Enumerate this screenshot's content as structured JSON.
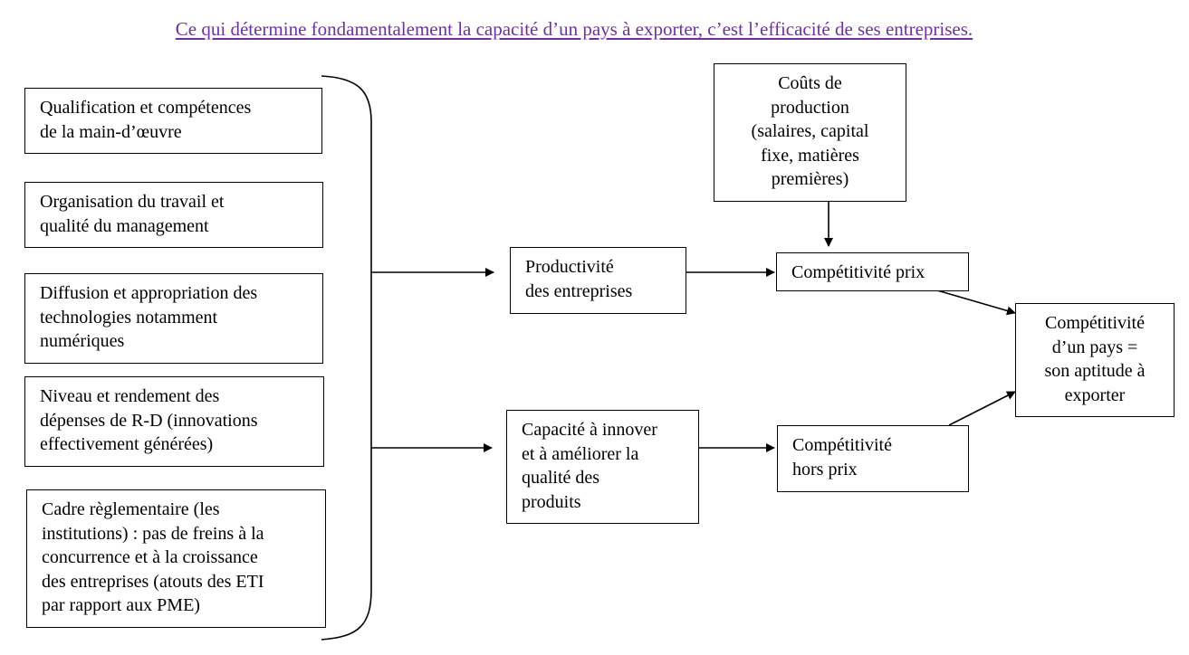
{
  "title": "Ce qui détermine fondamentalement la capacité d’un pays à exporter, c’est l’efficacité de ses entreprises.",
  "factors": [
    {
      "id": "qualification",
      "lines": [
        "Qualification et compétences",
        "de la main-d’œuvre"
      ]
    },
    {
      "id": "organisation",
      "lines": [
        "Organisation du travail et",
        "qualité du management"
      ]
    },
    {
      "id": "diffusion",
      "lines": [
        "Diffusion et appropriation des",
        "technologies notamment",
        "numériques"
      ]
    },
    {
      "id": "rd",
      "lines": [
        "Niveau et rendement des",
        "dépenses de R-D (innovations",
        "effectivement générées)"
      ]
    },
    {
      "id": "cadre",
      "lines": [
        "Cadre règlementaire  (les",
        "institutions) : pas de freins à la",
        "concurrence et à la croissance",
        "des entreprises (atouts des ETI",
        "par rapport aux PME)"
      ]
    }
  ],
  "productivite": {
    "lines": [
      "Productivité",
      "des entreprises"
    ]
  },
  "innovation": {
    "lines": [
      "Capacité à innover",
      "et à améliorer la",
      "qualité des",
      "produits"
    ]
  },
  "couts": {
    "lines": [
      "Coûts de",
      "production",
      "(salaires, capital",
      "fixe, matières",
      "premières)"
    ]
  },
  "competitivite_prix": {
    "lines": [
      "Compétitivité prix"
    ]
  },
  "competitivite_hors_prix": {
    "lines": [
      "Compétitivité",
      "hors prix"
    ]
  },
  "competitivite_pays": {
    "lines": [
      "Compétitivité",
      "d’un pays =",
      "son aptitude à",
      "exporter"
    ]
  },
  "colors": {
    "title": "#7030a0",
    "stroke": "#000000"
  }
}
